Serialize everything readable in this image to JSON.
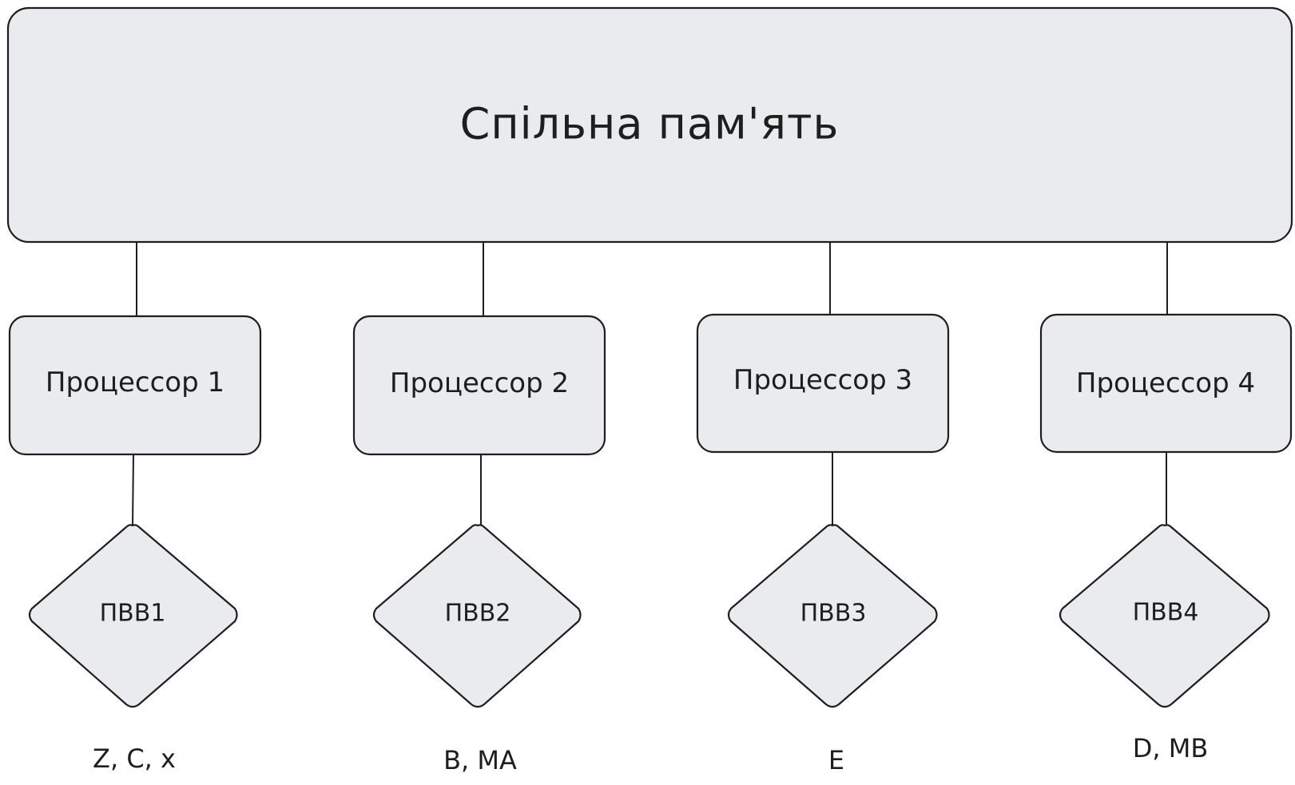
{
  "diagram": {
    "memory": {
      "label": "Спільна пам'ять"
    },
    "processors": [
      {
        "label": "Процессор 1",
        "device_label": "ПВВ1",
        "variables": "Z, C, x"
      },
      {
        "label": "Процессор 2",
        "device_label": "ПВВ2",
        "variables": "B, MA"
      },
      {
        "label": "Процессор 3",
        "device_label": "ПВВ3",
        "variables": "E"
      },
      {
        "label": "Процессор 4",
        "device_label": "ПВВ4",
        "variables": "D, MB"
      }
    ]
  },
  "colors": {
    "shape_fill": "#e9ebee",
    "stroke": "#1e1e1e",
    "text": "#1e1e1e",
    "background": "#ffffff"
  }
}
